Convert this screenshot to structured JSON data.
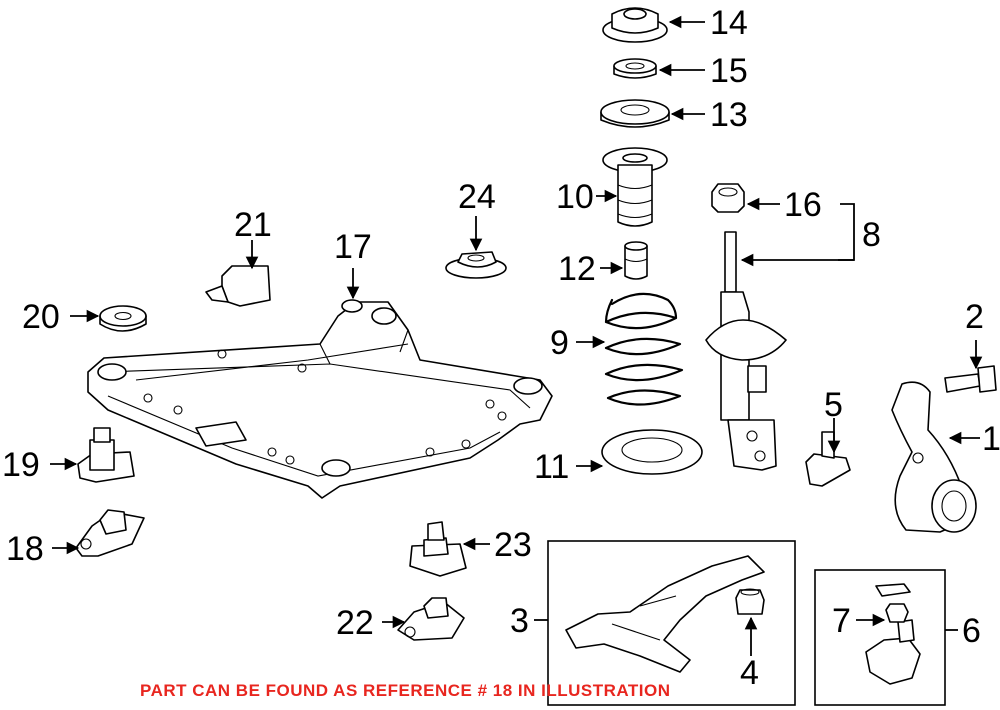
{
  "callouts": {
    "c1": "1",
    "c2": "2",
    "c3": "3",
    "c4": "4",
    "c5": "5",
    "c6": "6",
    "c7": "7",
    "c8": "8",
    "c9": "9",
    "c10": "10",
    "c11": "11",
    "c12": "12",
    "c13": "13",
    "c14": "14",
    "c15": "15",
    "c16": "16",
    "c17": "17",
    "c18": "18",
    "c19": "19",
    "c20": "20",
    "c21": "21",
    "c22": "22",
    "c23": "23",
    "c24": "24"
  },
  "note": {
    "text": "PART CAN BE FOUND AS REFERENCE # 18 IN ILLUSTRATION",
    "color": "#e8261f"
  }
}
